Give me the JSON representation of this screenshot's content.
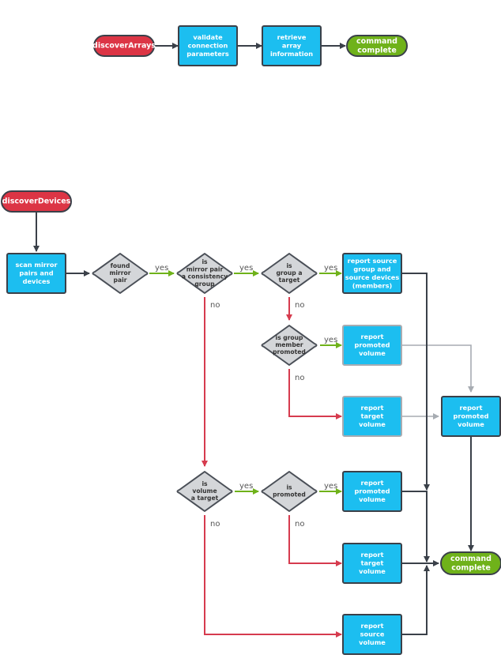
{
  "colors": {
    "process_fill": "#1cbef0",
    "process_stroke": "#3a4049",
    "start_fill": "#dc3545",
    "start_stroke": "#3a4049",
    "end_fill": "#6fb21a",
    "end_stroke": "#3a4049",
    "decision_fill": "#d4d6d9",
    "decision_stroke": "#4a4f57",
    "muted_stroke": "#a7acb2",
    "yes_arrow": "#6fb21a",
    "no_arrow": "#d63b4e",
    "flow_arrow": "#3a4049",
    "muted_arrow": "#a7acb2"
  },
  "diagram1": {
    "start": [
      "discoverArrays"
    ],
    "validate": [
      "validate",
      "connection",
      "parameters"
    ],
    "retrieve": [
      "retrieve",
      "array",
      "information"
    ],
    "end": [
      "command",
      "complete"
    ]
  },
  "diagram2": {
    "start": [
      "discoverDevices"
    ],
    "scan": [
      "scan mirror",
      "pairs and",
      "devices"
    ],
    "found": [
      "found",
      "mirror",
      "pair"
    ],
    "is_consistency": [
      "is",
      "mirror pair",
      "a consistency",
      "group"
    ],
    "is_group_target": [
      "is",
      "group a",
      "target"
    ],
    "report_source_group": [
      "report source",
      "group and",
      "source devices",
      "(members)"
    ],
    "is_group_member_promoted": [
      "is group",
      "member",
      "promoted"
    ],
    "report_promoted_1": [
      "report",
      "promoted",
      "volume"
    ],
    "report_target_1": [
      "report",
      "target",
      "volume"
    ],
    "report_promoted_right": [
      "report",
      "promoted",
      "volume"
    ],
    "is_volume_target": [
      "is",
      "volume",
      "a target"
    ],
    "is_promoted": [
      "is",
      "promoted"
    ],
    "report_promoted_2": [
      "report",
      "promoted",
      "volume"
    ],
    "report_target_2": [
      "report",
      "target",
      "volume"
    ],
    "report_source_volume": [
      "report",
      "source",
      "volume"
    ],
    "end": [
      "command",
      "complete"
    ]
  },
  "labels": {
    "yes": "yes",
    "no": "no"
  }
}
